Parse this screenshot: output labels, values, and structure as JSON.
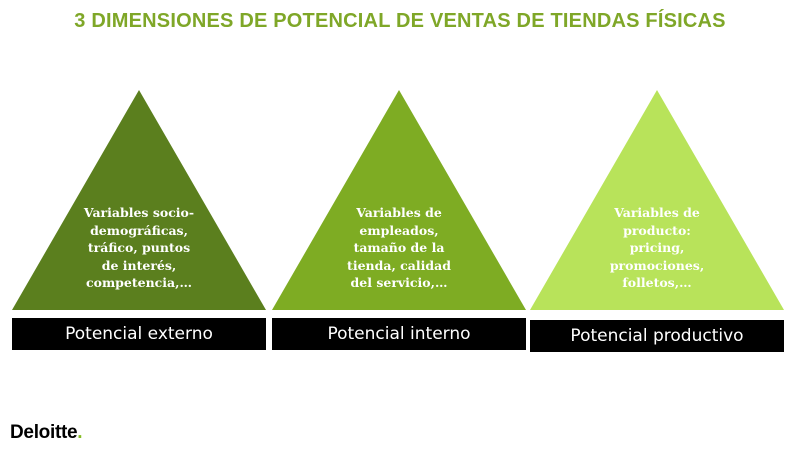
{
  "title": "3 DIMENSIONES DE POTENCIAL DE VENTAS DE TIENDAS FÍSICAS",
  "colors": {
    "title": "#7fa728",
    "triangle_external": "#5b7f1e",
    "triangle_internal": "#7eac23",
    "triangle_productive": "#b8e35a",
    "bar_background": "#000000",
    "logo_dot": "#86bc25"
  },
  "dimensions": [
    {
      "lines": [
        "Variables socio-",
        "demográficas,",
        "tráfico, puntos",
        "de interés,",
        "competencia,…"
      ],
      "label": "Potencial externo"
    },
    {
      "lines": [
        "Variables de",
        "empleados,",
        "tamaño de la",
        "tienda, calidad",
        "del servicio,…"
      ],
      "label": "Potencial interno"
    },
    {
      "lines": [
        "Variables de",
        "producto:",
        "pricing,",
        "promociones,",
        "folletos,…"
      ],
      "label": "Potencial productivo"
    }
  ],
  "logo": {
    "text": "Deloitte",
    "dot": "."
  }
}
